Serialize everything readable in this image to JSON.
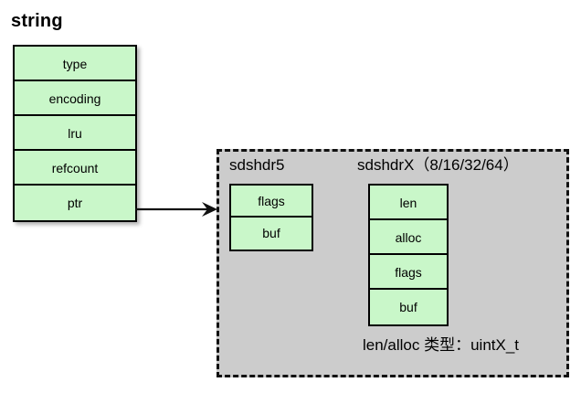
{
  "diagram": {
    "title": "string",
    "colors": {
      "struct_fill": "#c9f7c9",
      "struct_border": "#000000",
      "panel_fill": "#cccccc",
      "panel_border": "#111111",
      "background": "#ffffff",
      "text": "#000000"
    },
    "string_object": {
      "label": "string",
      "fields": [
        {
          "name": "type"
        },
        {
          "name": "encoding"
        },
        {
          "name": "lru"
        },
        {
          "name": "refcount"
        },
        {
          "name": "ptr"
        }
      ]
    },
    "pointer_arrow": {
      "icon": "arrow-right-icon",
      "from": "ptr",
      "to": "sds-panel"
    },
    "sds_panel": {
      "headers": [
        {
          "label": "sdshdr5",
          "fields": [
            {
              "name": "flags"
            },
            {
              "name": "buf"
            }
          ]
        },
        {
          "label": "sdshdrX（8/16/32/64）",
          "fields": [
            {
              "name": "len"
            },
            {
              "name": "alloc"
            },
            {
              "name": "flags"
            },
            {
              "name": "buf"
            }
          ]
        }
      ],
      "note": "len/alloc 类型：uintX_t"
    }
  }
}
